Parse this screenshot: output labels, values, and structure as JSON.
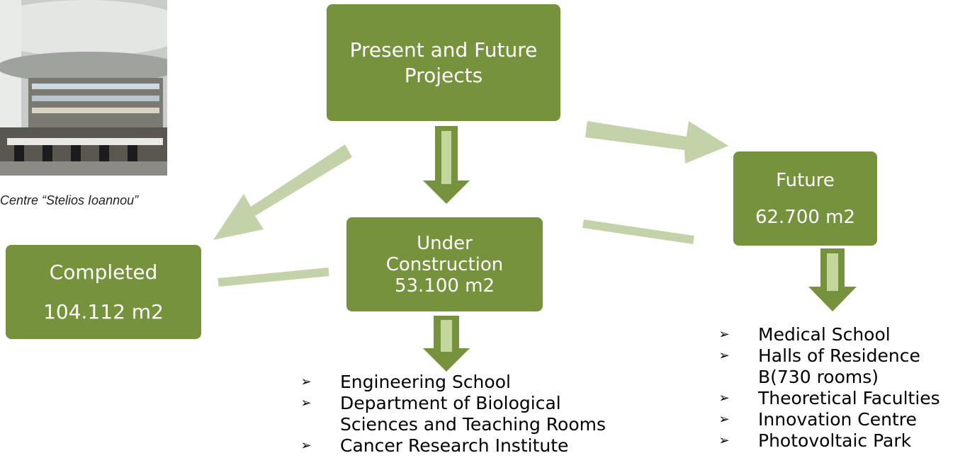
{
  "photo": {
    "icon": "library-interior-photo"
  },
  "caption": "Centre “Stelios Ioannou”",
  "boxes": {
    "top": {
      "line1": "Present and Future",
      "line2": "Projects"
    },
    "future": {
      "line1": "Future",
      "line2": "62.700 m2"
    },
    "under": {
      "line1": "Under",
      "line2": "Construction",
      "line3": "53.100 m2"
    },
    "completed": {
      "line1": "Completed",
      "line2": "104.112 m2"
    }
  },
  "colors": {
    "box": "#76923c",
    "arrow_dark": "#76923c",
    "arrow_light": "#c3d69b",
    "connector": "#c3d2a8"
  },
  "bullet_icon": "arrowhead-bullet-icon",
  "under_list": {
    "items": [
      {
        "line1": "Engineering School"
      },
      {
        "line1": "Department of Biological",
        "line2": "Sciences and  Teaching Rooms"
      },
      {
        "line1": "Cancer Research Institute"
      }
    ]
  },
  "future_list": {
    "items": [
      {
        "line1": "Medical School"
      },
      {
        "line1": "Halls of Residence",
        "line2": "B(730 rooms)"
      },
      {
        "line1": "Theoretical Faculties"
      },
      {
        "line1": "Innovation Centre"
      },
      {
        "line1": "Photovoltaic Park"
      }
    ]
  }
}
